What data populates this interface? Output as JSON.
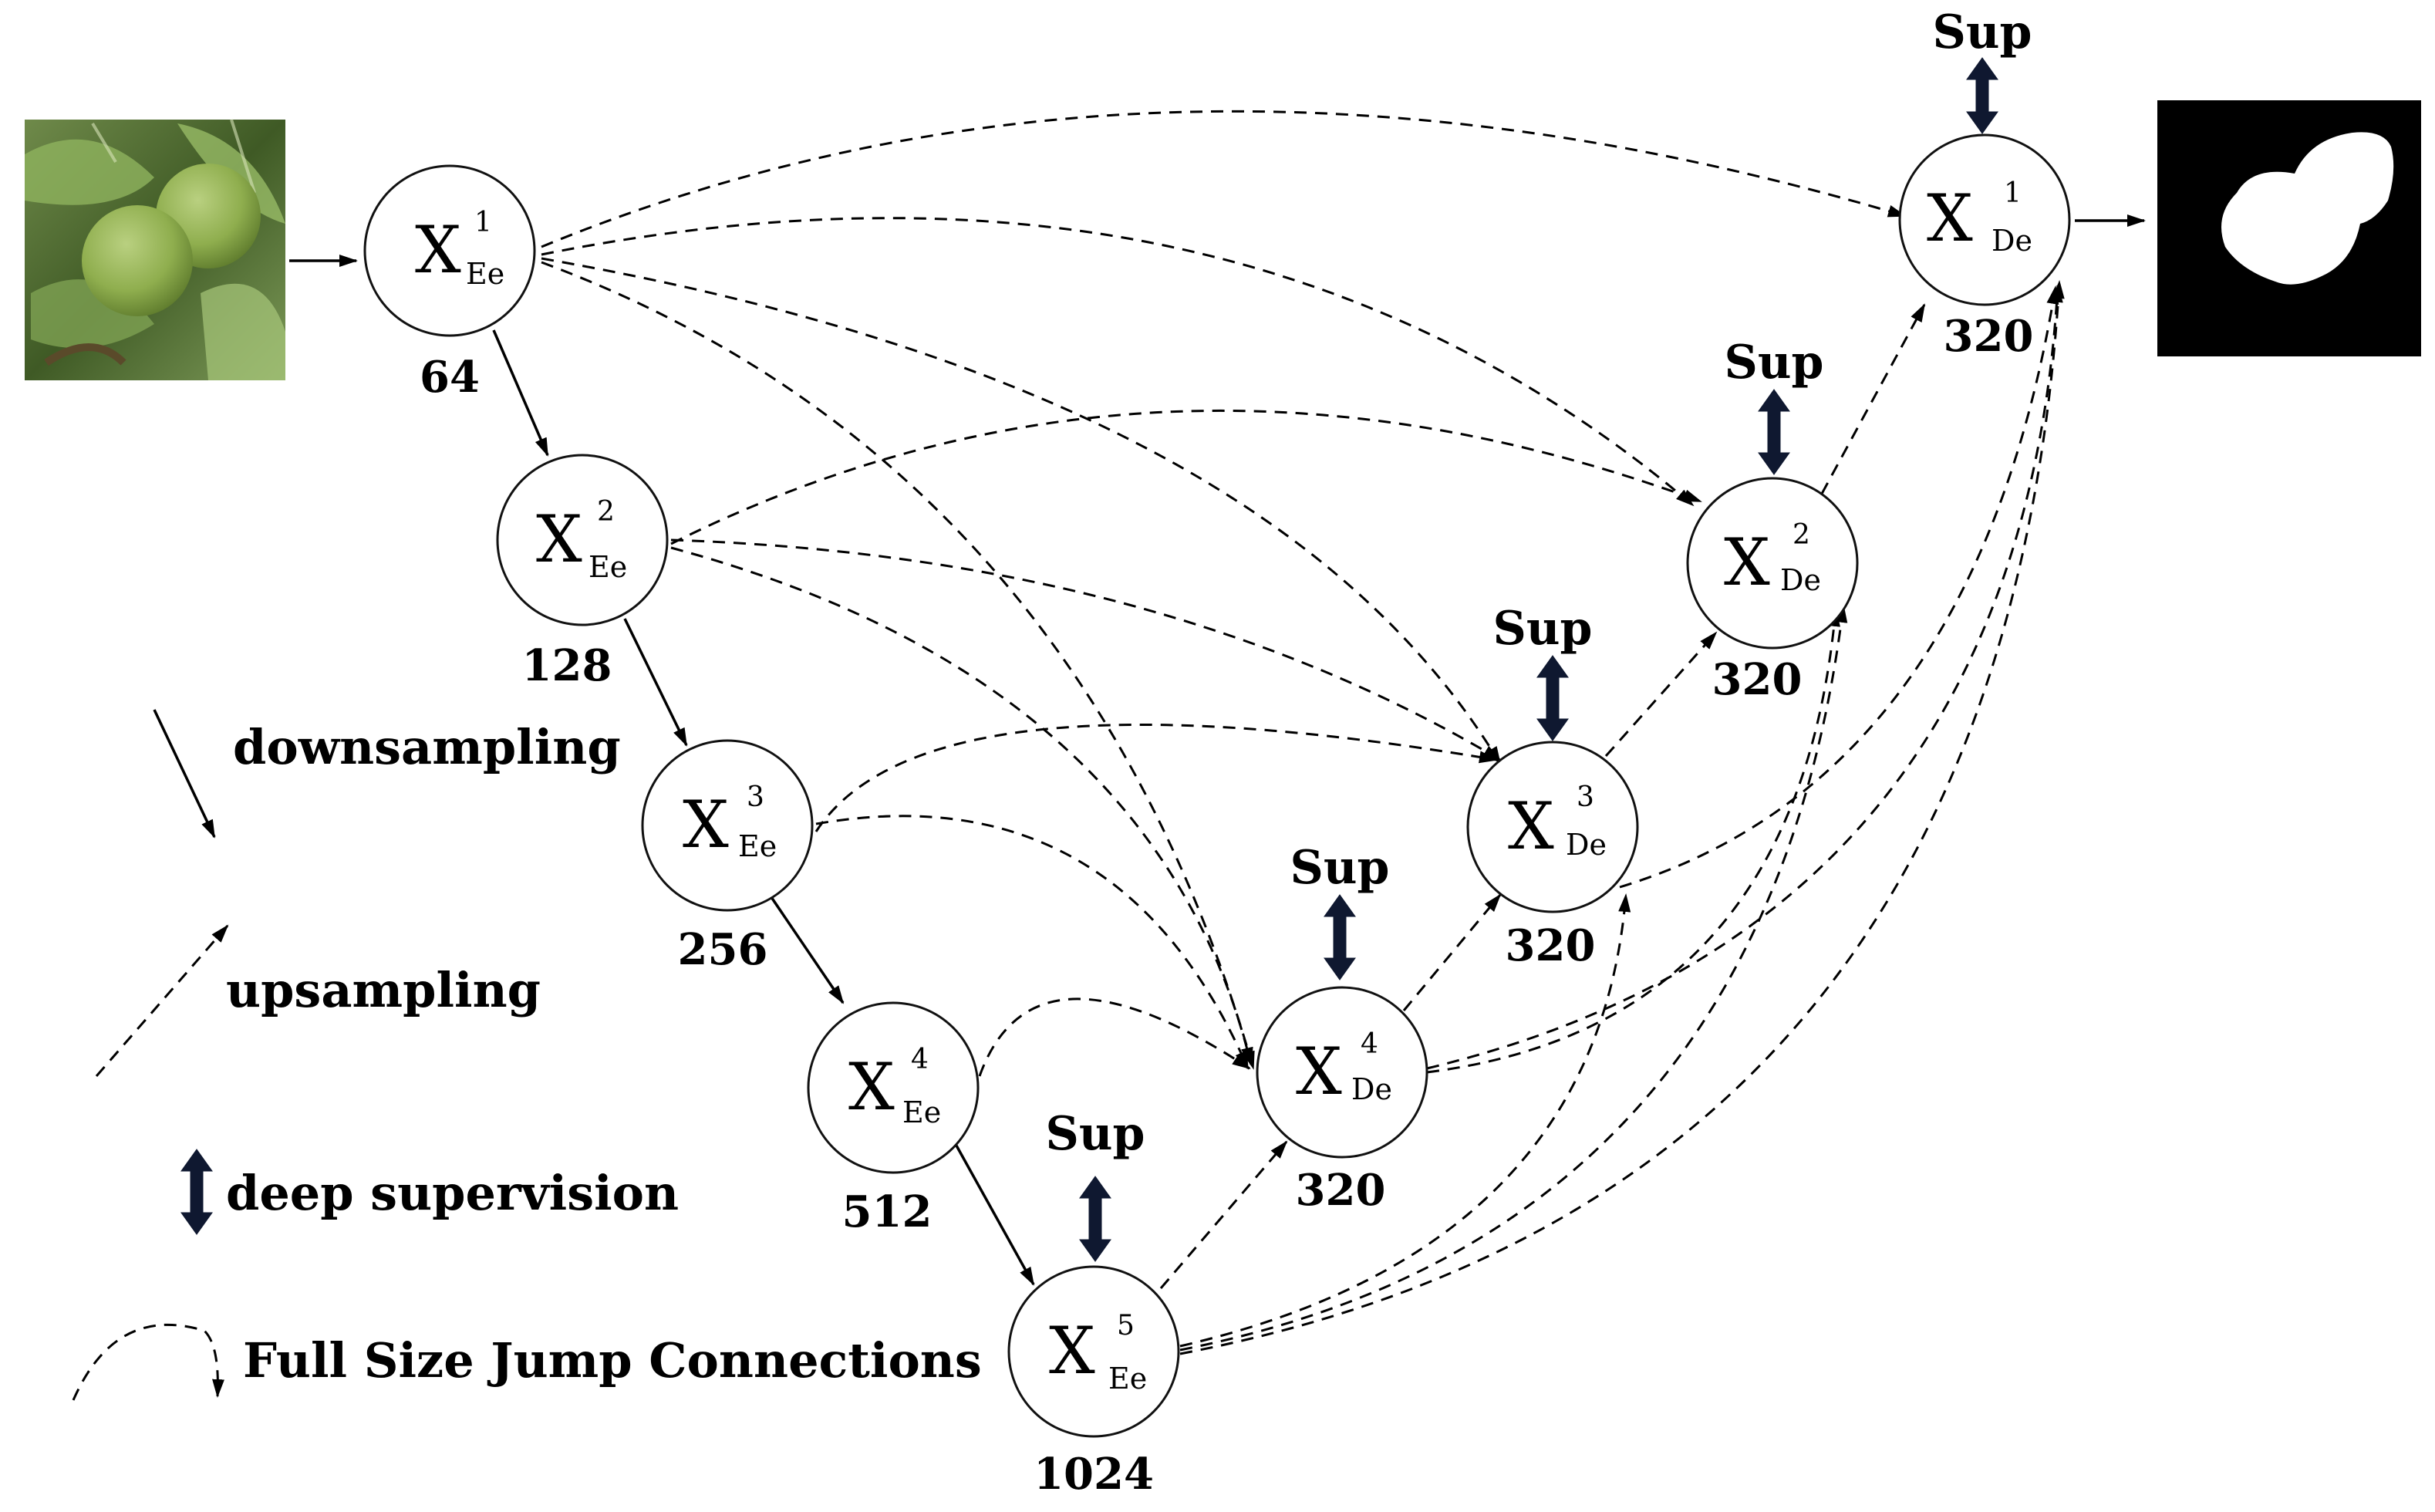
{
  "encoder": [
    {
      "id": "e1",
      "symbol": "X",
      "sub": "Ee",
      "sup": "1",
      "size": "64"
    },
    {
      "id": "e2",
      "symbol": "X",
      "sub": "Ee",
      "sup": "2",
      "size": "128"
    },
    {
      "id": "e3",
      "symbol": "X",
      "sub": "Ee",
      "sup": "3",
      "size": "256"
    },
    {
      "id": "e4",
      "symbol": "X",
      "sub": "Ee",
      "sup": "4",
      "size": "512"
    },
    {
      "id": "e5",
      "symbol": "X",
      "sub": "Ee",
      "sup": "5",
      "size": "1024"
    }
  ],
  "decoder": [
    {
      "id": "d4",
      "symbol": "X",
      "sub": "De",
      "sup": "4",
      "size": "320",
      "supervision": "Sup"
    },
    {
      "id": "d3",
      "symbol": "X",
      "sub": "De",
      "sup": "3",
      "size": "320",
      "supervision": "Sup"
    },
    {
      "id": "d2",
      "symbol": "X",
      "sub": "De",
      "sup": "2",
      "size": "320",
      "supervision": "Sup"
    },
    {
      "id": "d1",
      "symbol": "X",
      "sub": "De",
      "sup": "1",
      "size": "320",
      "supervision": "Sup"
    }
  ],
  "bottleneck_supervision": "Sup",
  "legend": {
    "downsampling": "downsampling",
    "upsampling": "upsampling",
    "deep_supervision": "deep supervision",
    "jump": "Full Size Jump Connections"
  },
  "colors": {
    "supervision_arrow": "#0f1830",
    "leaf_dark": "#3f5a25",
    "walnut": "#8fae4e",
    "mask_bg": "#000000",
    "mask_fg": "#ffffff"
  },
  "images": {
    "input": "walnut-photo",
    "output": "segmentation-mask"
  }
}
